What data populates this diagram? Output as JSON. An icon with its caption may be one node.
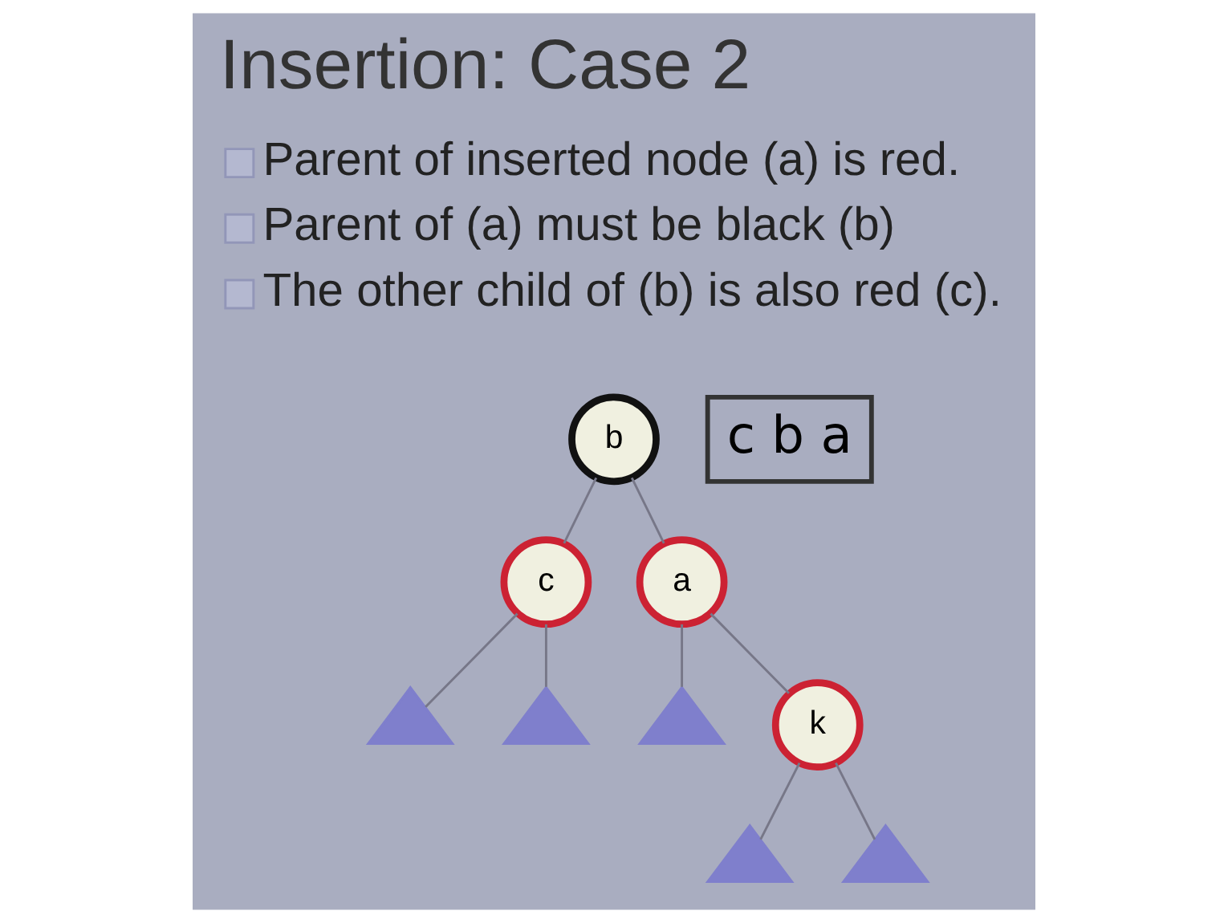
{
  "diagram": {
    "title": "Insertion: Case 2",
    "nodes": [
      {
        "text": [
          "b"
        ]
      },
      {
        "text": [
          "c"
        ]
      },
      {
        "text": [
          "a"
        ]
      },
      {
        "text": [],
        "shape": "triangle"
      },
      {
        "text": [],
        "shape": "triangle"
      },
      {
        "text": [],
        "shape": "triangle"
      },
      {
        "text": [
          "k"
        ]
      },
      {
        "text": [],
        "shape": "triangle"
      },
      {
        "text": [],
        "shape": "triangle"
      },
      {
        "text": [
          "c b a"
        ]
      }
    ],
    "edges": [
      {
        "from": 0,
        "to": 1,
        "arrow": "none"
      },
      {
        "from": 0,
        "to": 2,
        "arrow": "none"
      },
      {
        "from": 1,
        "to": 3,
        "arrow": "none"
      },
      {
        "from": 1,
        "to": 4,
        "arrow": "none"
      },
      {
        "from": 2,
        "to": 5,
        "arrow": "none"
      },
      {
        "from": 2,
        "to": 6,
        "arrow": "none"
      },
      {
        "from": 6,
        "to": 7,
        "arrow": "none"
      },
      {
        "from": 6,
        "to": 8,
        "arrow": "none"
      }
    ],
    "labels": [
      "Parent of inserted node (a) is red.",
      "Parent of (a) must be black (b)",
      "The other child of (b) is also red (c)."
    ]
  }
}
